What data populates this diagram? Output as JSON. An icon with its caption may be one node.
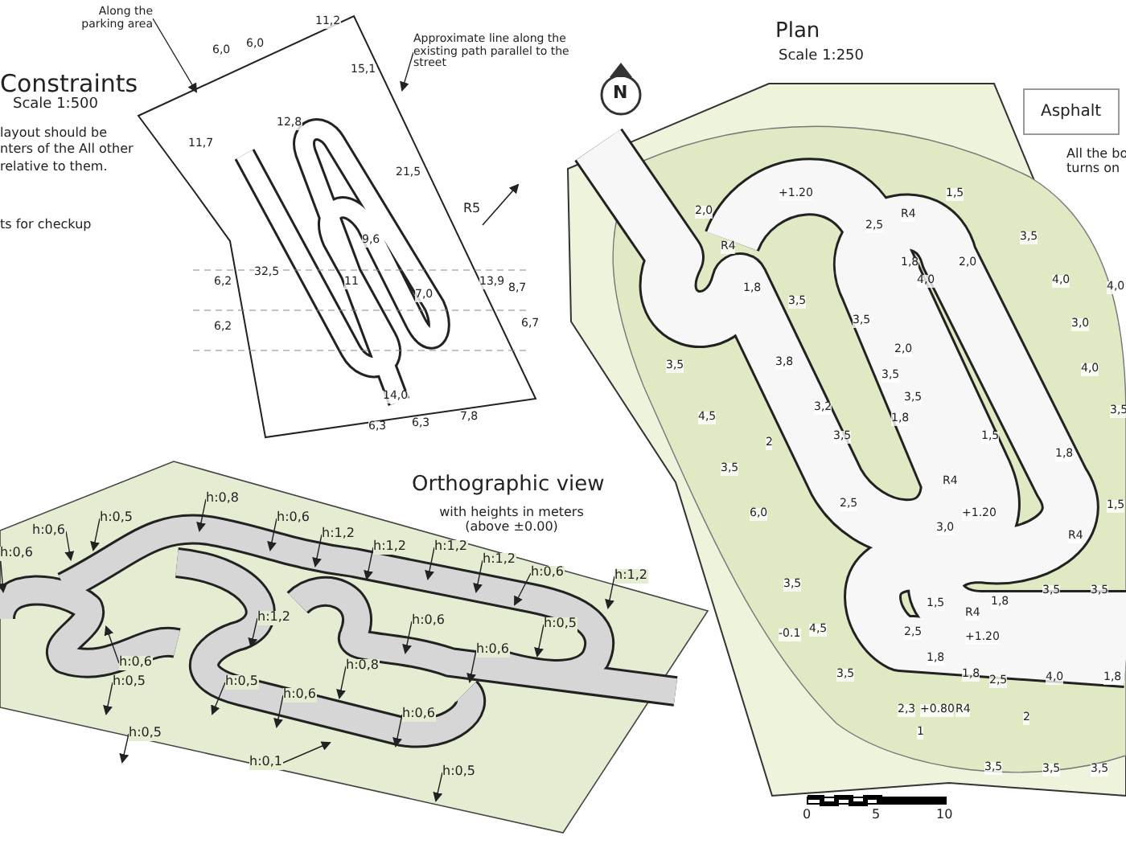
{
  "diagram": {
    "nodes": [
      {
        "text": [
          "Along the parking area"
        ]
      },
      {
        "text": [
          "Approximate line along the existing path parallel to the street"
        ]
      },
      {
        "text": [
          "h:0,8"
        ]
      },
      {
        "text": [
          "h:0,5"
        ]
      },
      {
        "text": [
          "h:0,6"
        ]
      },
      {
        "text": [
          "h:0,6"
        ]
      },
      {
        "text": [
          "h:0,6"
        ]
      },
      {
        "text": [
          "h:1,2"
        ]
      },
      {
        "text": [
          "h:1,2"
        ]
      },
      {
        "text": [
          "h:1,2"
        ]
      },
      {
        "text": [
          "h:1,2"
        ]
      },
      {
        "text": [
          "h:0,6"
        ]
      },
      {
        "text": [
          "h:1,2"
        ]
      },
      {
        "text": [
          "h:0,5"
        ]
      },
      {
        "text": [
          "h:1,2"
        ]
      },
      {
        "text": [
          "h:0,6"
        ]
      },
      {
        "text": [
          "h:0,6"
        ]
      },
      {
        "text": [
          "h:0,8"
        ]
      },
      {
        "text": [
          "h:0,6"
        ]
      },
      {
        "text": [
          "h:0,5"
        ]
      },
      {
        "text": [
          "h:0,5"
        ]
      },
      {
        "text": [
          "h:0,6"
        ]
      },
      {
        "text": [
          "h:0,5"
        ]
      },
      {
        "text": [
          "h:0,6"
        ]
      },
      {
        "text": [
          "h:0,1"
        ]
      },
      {
        "text": [
          "h:0,5"
        ]
      }
    ],
    "edges": [
      {
        "from": 0,
        "to": null,
        "arrow": "to"
      },
      {
        "from": 1,
        "to": null,
        "arrow": "to"
      },
      {
        "from": 2,
        "to": null,
        "arrow": "to"
      },
      {
        "from": 3,
        "to": null,
        "arrow": "to"
      },
      {
        "from": 4,
        "to": null,
        "arrow": "to"
      },
      {
        "from": 5,
        "to": null,
        "arrow": "to"
      },
      {
        "from": 6,
        "to": null,
        "arrow": "to"
      },
      {
        "from": 7,
        "to": null,
        "arrow": "to"
      },
      {
        "from": 8,
        "to": null,
        "arrow": "to"
      },
      {
        "from": 9,
        "to": null,
        "arrow": "to"
      },
      {
        "from": 10,
        "to": null,
        "arrow": "to"
      },
      {
        "from": 11,
        "to": null,
        "arrow": "to"
      },
      {
        "from": 12,
        "to": null,
        "arrow": "to"
      },
      {
        "from": 13,
        "to": null,
        "arrow": "to"
      },
      {
        "from": 14,
        "to": null,
        "arrow": "to"
      },
      {
        "from": 15,
        "to": null,
        "arrow": "to"
      },
      {
        "from": 16,
        "to": null,
        "arrow": "to"
      },
      {
        "from": 17,
        "to": null,
        "arrow": "to"
      },
      {
        "from": 18,
        "to": null,
        "arrow": "to"
      },
      {
        "from": 19,
        "to": null,
        "arrow": "to"
      },
      {
        "from": 20,
        "to": null,
        "arrow": "to"
      },
      {
        "from": 21,
        "to": null,
        "arrow": "to"
      },
      {
        "from": 22,
        "to": null,
        "arrow": "to"
      },
      {
        "from": 23,
        "to": null,
        "arrow": "to"
      },
      {
        "from": 24,
        "to": null,
        "arrow": "to"
      },
      {
        "from": 25,
        "to": null,
        "arrow": "to"
      }
    ],
    "labels": [
      "Constraints",
      "Scale 1:500",
      "layout should be nters of the All other relative to them.",
      "ts for checkup",
      "11,2",
      "6,0",
      "6,0",
      "15,1",
      "12,8",
      "11,7",
      "21,5",
      "R5",
      "9,6",
      "6,2",
      "32,5",
      "11",
      "7,0",
      "13,9",
      "8,7",
      "6,2",
      "6,7",
      "14,0",
      "6,3",
      "6,3",
      "7,8",
      "Orthographic view",
      "with heights in meters (above ±0.00)",
      "Plan",
      "Scale 1:250",
      "N",
      "Asphalt",
      "All the bo turns on",
      "2,0",
      "+1.20",
      "R4",
      "R4",
      "1,5",
      "2,5",
      "3,5",
      "1,8",
      "4,0",
      "2,0",
      "4,0",
      "1,8",
      "3,5",
      "3,5",
      "4,0",
      "3,0",
      "2,0",
      "3,5",
      "3,8",
      "3,5",
      "4,0",
      "4,5",
      "3,2",
      "3,5",
      "1,8",
      "2",
      "3,5",
      "3,5",
      "3,5",
      "1,5",
      "1,8",
      "R4",
      "6,0",
      "2,5",
      "3,0",
      "R4",
      "1,5",
      "+1.20",
      "3,5",
      "-0.1",
      "4,5",
      "3,5",
      "1,5",
      "R4",
      "2,5",
      "+1.20",
      "1,8",
      "3,5",
      "3,5",
      "1,8",
      "1,8",
      "2,5",
      "4,0",
      "1,8",
      "2,3",
      "+0.80",
      "R4",
      "1",
      "2",
      "3,5",
      "3,5",
      "3,5",
      "0",
      "5",
      "10"
    ]
  }
}
